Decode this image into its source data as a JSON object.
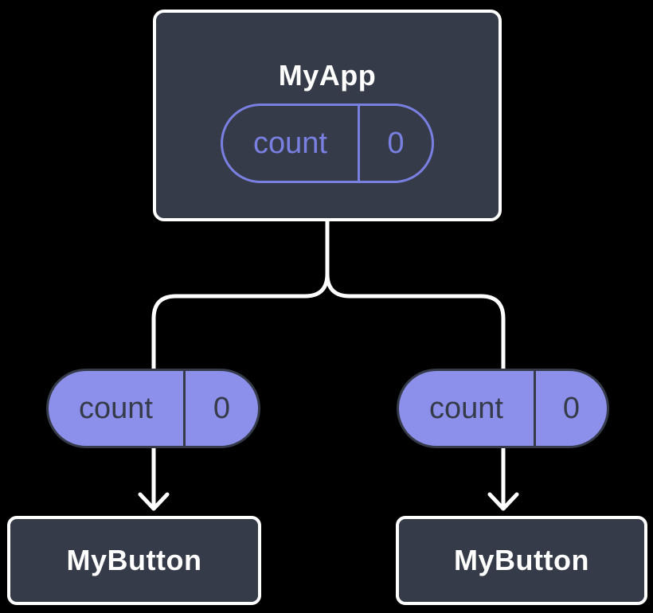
{
  "colors": {
    "background": "#000000",
    "node_fill": "#353B48",
    "node_border": "#FFFFFF",
    "pill_fill": "#8C90EB",
    "pill_outline": "#7A80E2",
    "pill_dark_text": "#353B48",
    "connector": "#FFFFFF",
    "title_text": "#FFFFFF"
  },
  "diagram": {
    "root": {
      "title": "MyApp",
      "state_pill": {
        "label": "count",
        "value": "0"
      }
    },
    "prop_pills": [
      {
        "label": "count",
        "value": "0"
      },
      {
        "label": "count",
        "value": "0"
      }
    ],
    "children": [
      {
        "title": "MyButton"
      },
      {
        "title": "MyButton"
      }
    ]
  }
}
